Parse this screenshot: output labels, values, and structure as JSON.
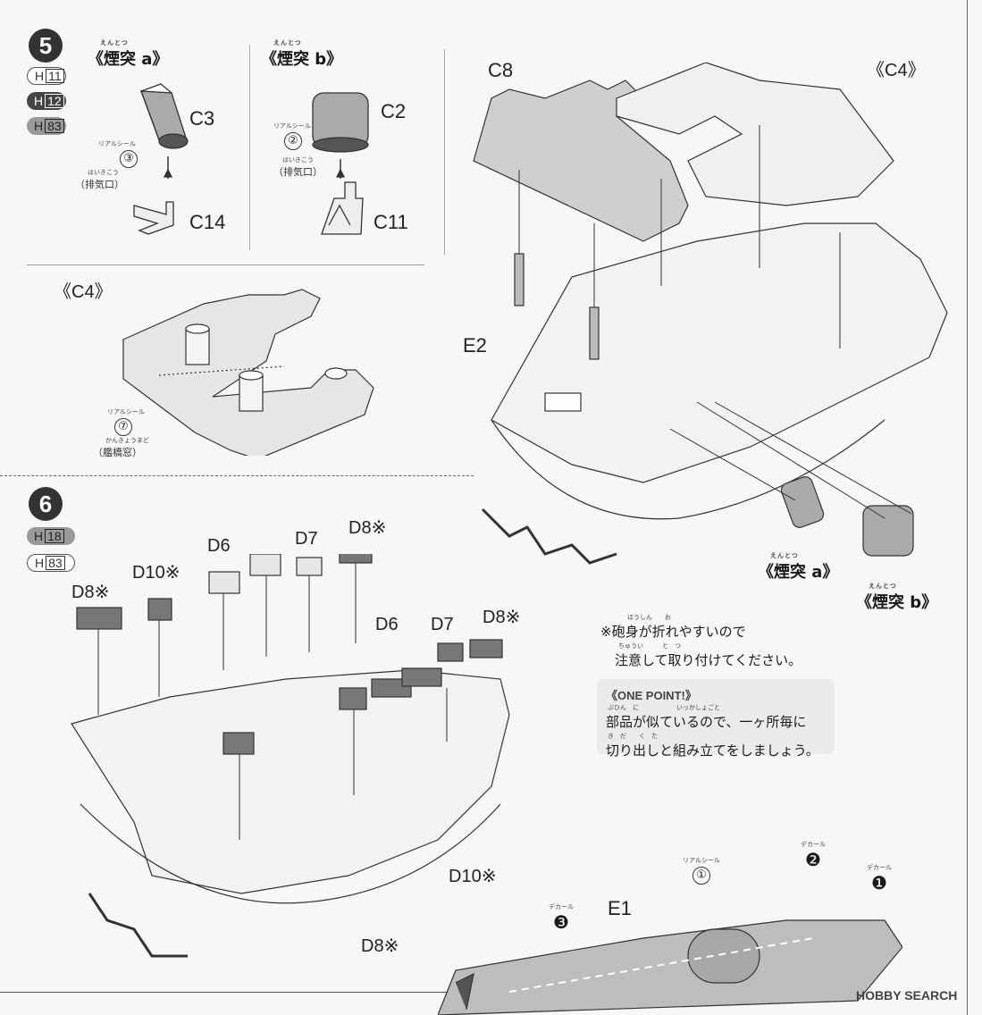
{
  "step5": {
    "number": "5",
    "paints": [
      {
        "code": "H",
        "num": "11",
        "style": "outline"
      },
      {
        "code": "H",
        "num": "12",
        "style": "dark"
      },
      {
        "code": "H",
        "num": "83",
        "style": "mid"
      }
    ],
    "funnel_a": {
      "title": "《煙突 a》",
      "ruby": "えんとつ",
      "part_top": "C3",
      "part_bottom": "C14",
      "seal_label": "リアルシール",
      "seal_num": "③",
      "exhaust_ruby": "はいきこう",
      "exhaust": "（排気口）"
    },
    "funnel_b": {
      "title": "《煙突 b》",
      "ruby": "えんとつ",
      "part_top": "C2",
      "part_bottom": "C11",
      "seal_label": "リアルシール",
      "seal_num": "②",
      "exhaust_ruby": "はいきこう",
      "exhaust": "（排気口）"
    },
    "c4_detail": {
      "title": "《C4》",
      "seal_label": "リアルシール",
      "seal_num": "⑦",
      "bridge_ruby": "かんきょうまど",
      "bridge": "（艦橋窓）"
    },
    "assembly": {
      "part_c8": "C8",
      "part_c4": "《C4》",
      "part_e2": "E2",
      "funnel_a": "《煙突 a》",
      "funnel_b": "《煙突 b》",
      "ruby": "えんとつ"
    }
  },
  "step6": {
    "number": "6",
    "paints": [
      {
        "code": "H",
        "num": "18",
        "style": "mid"
      },
      {
        "code": "H",
        "num": "83",
        "style": "outline"
      }
    ],
    "parts_top_row": [
      "D8※",
      "D10※",
      "D6",
      "D7",
      "D8※"
    ],
    "parts_mid_row": [
      "D6",
      "D7",
      "D8※"
    ],
    "part_d10_bottom": "D10※",
    "part_d8_bottom": "D8※",
    "note_line1": "※砲身が折れやすいので",
    "note_line1_ruby": "ほうしん　　お",
    "note_line2": "注意して取り付けてください。",
    "note_line2_ruby": "ちゅうい　　　と　つ",
    "onepoint_title": "《ONE POINT!》",
    "onepoint_line1": "部品が似ているので、一ヶ所毎に",
    "onepoint_line1_ruby": "ぶひん　に　　　　　　いっかしょごと",
    "onepoint_line2": "切り出しと組み立てをしましょう。",
    "onepoint_line2_ruby": "き　だ　　く　た"
  },
  "deck": {
    "part": "E1",
    "seal_label": "リアルシール",
    "seal_num": "①",
    "decal_label_1": "デカール",
    "decal_num_1": "❶",
    "decal_label_2": "デカール",
    "decal_num_2": "❷",
    "decal_label_3": "デカール",
    "decal_num_3": "❸"
  },
  "watermark": "HOBBY SEARCH",
  "colors": {
    "panel_bg": "#f7f7f5",
    "ink": "#1a1a1a",
    "grey_part": "#cfcfcf",
    "dark_part": "#555555"
  }
}
